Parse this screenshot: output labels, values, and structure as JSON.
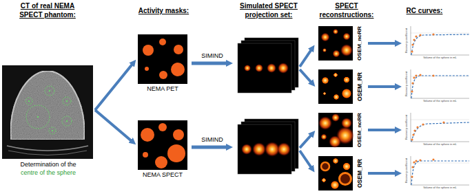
{
  "diagram": {
    "nodes": [
      {
        "text": [
          "Determination of the",
          "centre of the sphere"
        ]
      },
      {
        "text": [
          "NEMA PET"
        ]
      },
      {
        "text": [
          "NEMA SPECT"
        ]
      },
      {
        "text": [
          "OSEM_noRR"
        ]
      },
      {
        "text": [
          "OSEM_RR"
        ]
      },
      {
        "text": [
          "OSEM_noRR"
        ]
      },
      {
        "text": [
          "OSEM_RR"
        ]
      },
      {
        "text": [
          "Recovery coefficient",
          "Volume of the sphere in mL"
        ]
      },
      {
        "text": [
          "Recovery coefficient",
          "Volume of the sphere in mL"
        ]
      },
      {
        "text": [
          "Recovery coefficient",
          "Volume of the sphere in mL"
        ]
      },
      {
        "text": [
          "Recovery coefficient",
          "Volume of the sphere in mL"
        ]
      }
    ],
    "edges": [
      {
        "from": 0,
        "to": 1,
        "arrow": "to"
      },
      {
        "from": 0,
        "to": 2,
        "arrow": "to"
      },
      {
        "from": 3,
        "to": 7,
        "arrow": "to"
      },
      {
        "from": 4,
        "to": 8,
        "arrow": "to"
      },
      {
        "from": 5,
        "to": 9,
        "arrow": "to"
      },
      {
        "from": 6,
        "to": 10,
        "arrow": "to"
      }
    ],
    "labels": [
      "CT of real NEMA SPECT phantom:",
      "Activity masks:",
      "Simulated SPECT projection set:",
      "SPECT reconstructions:",
      "RC curves:",
      "SIMIND",
      "SIMIND"
    ]
  }
}
